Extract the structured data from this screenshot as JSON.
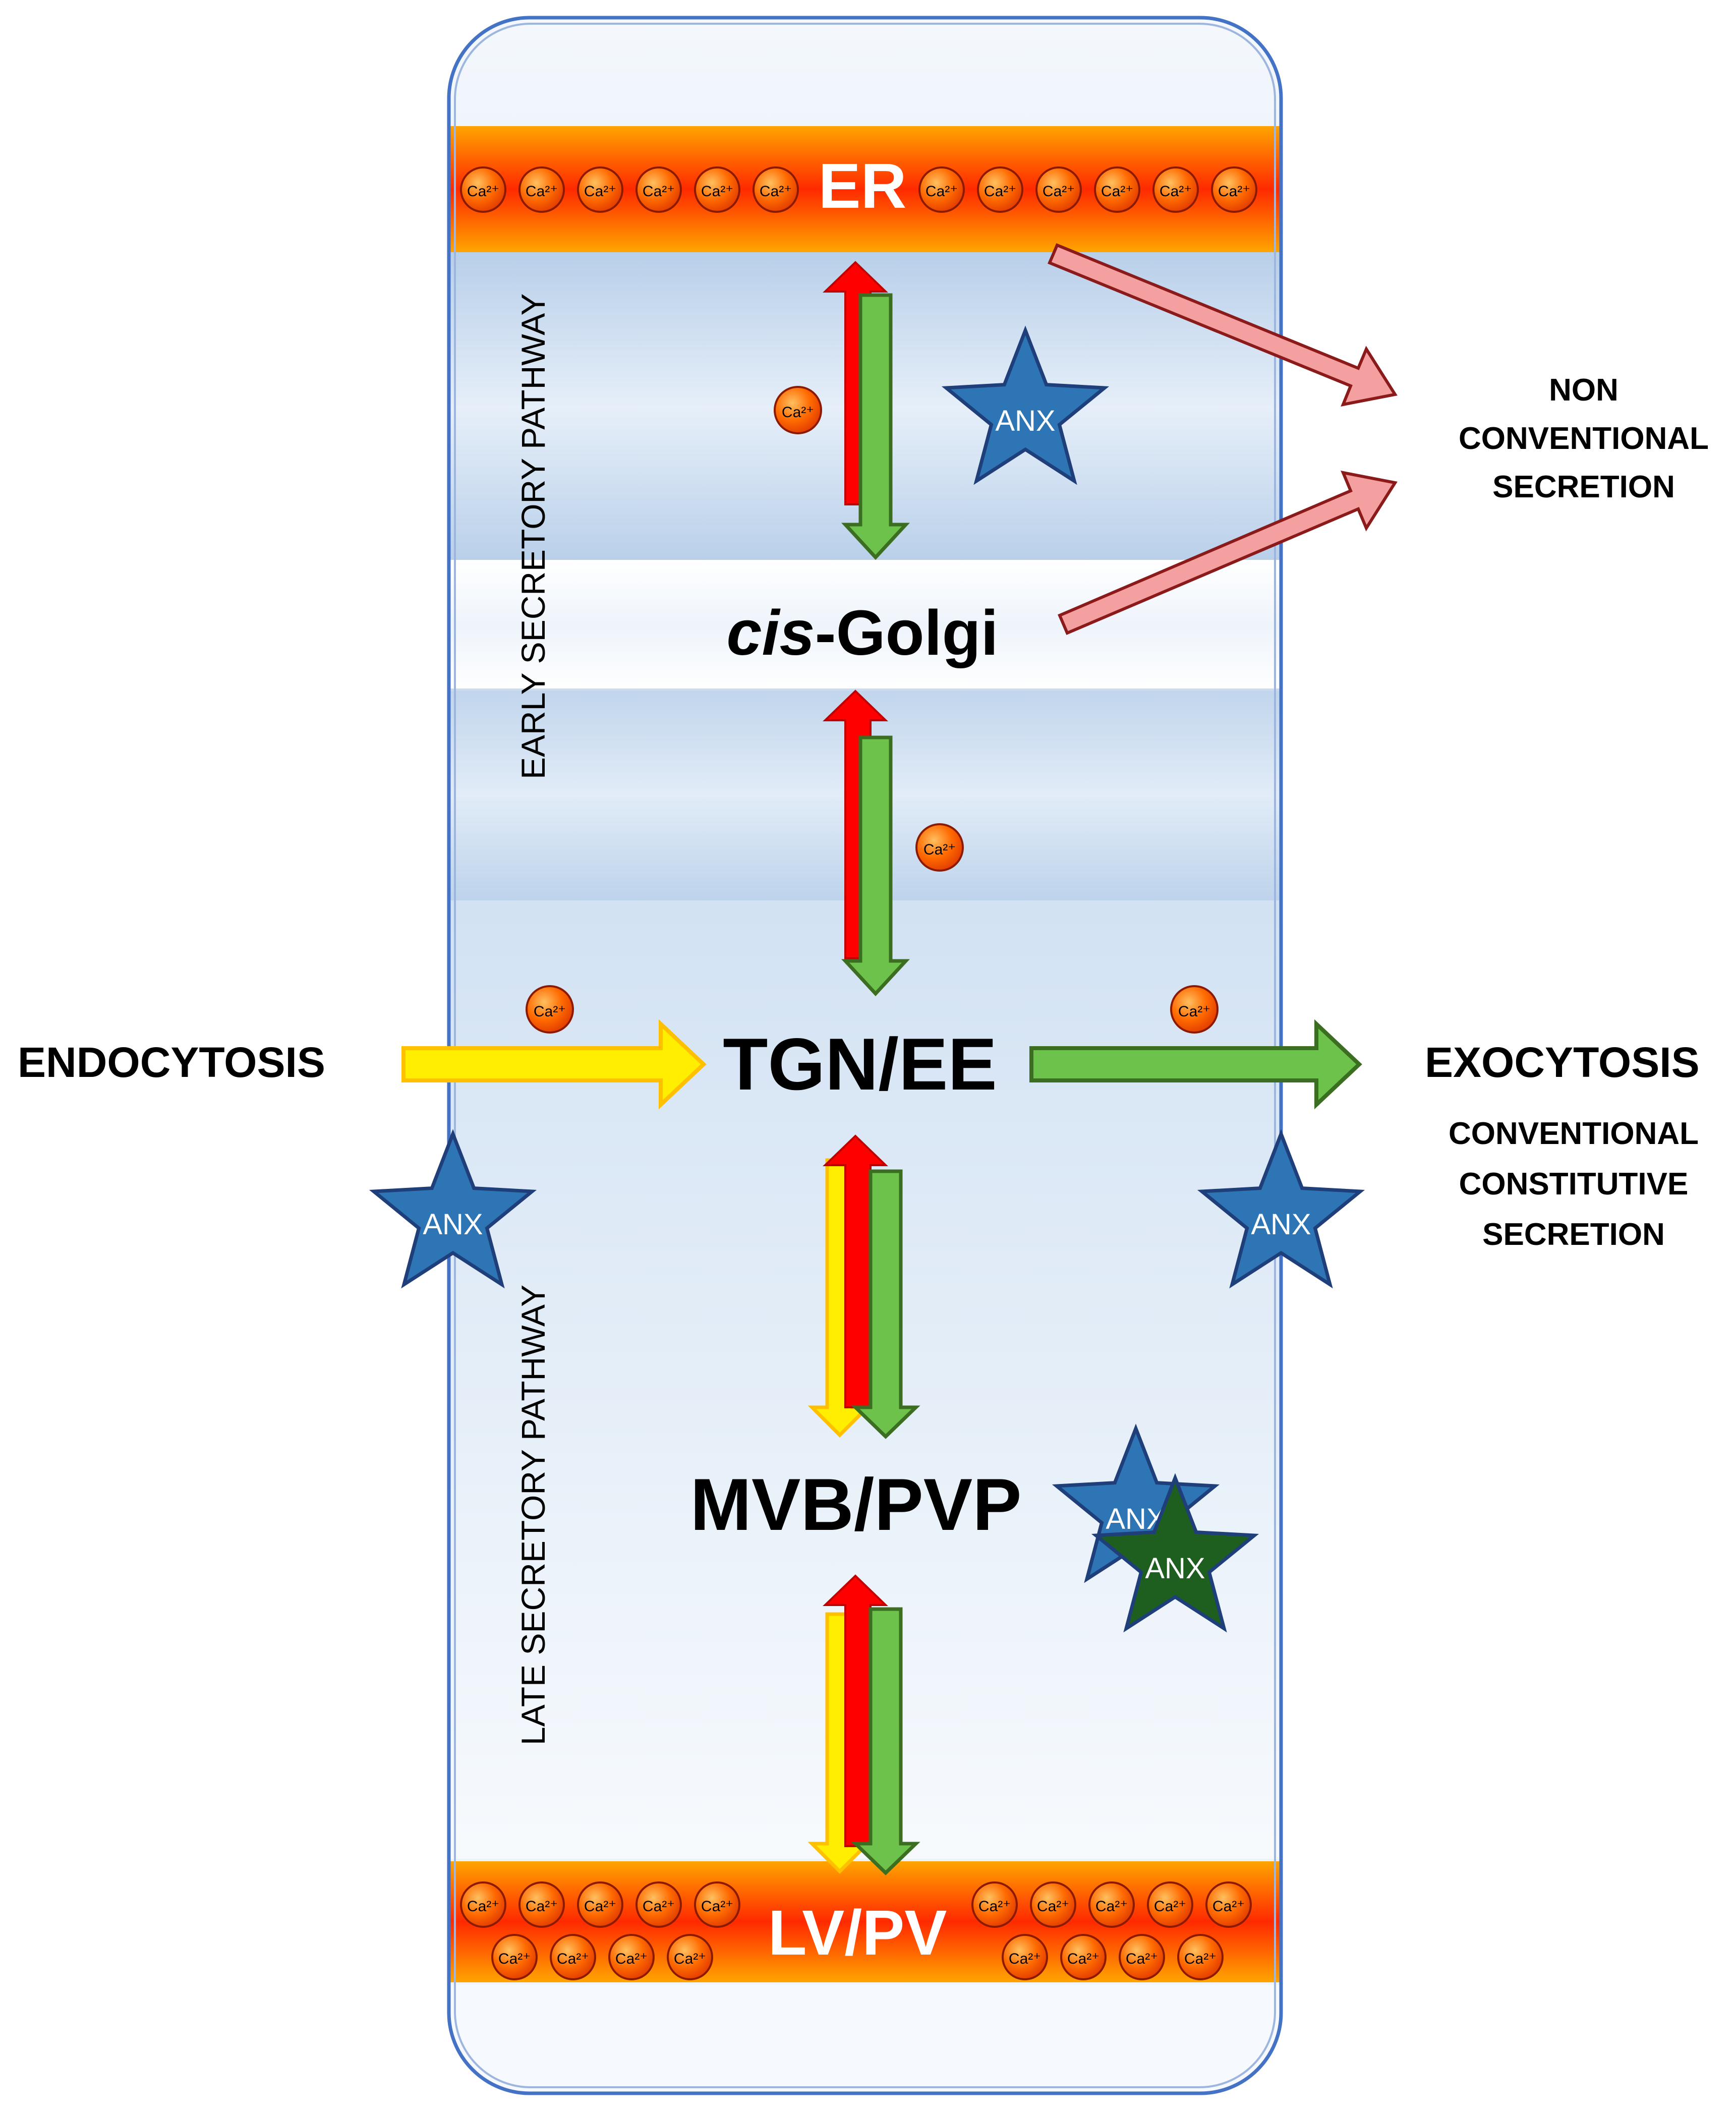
{
  "organelles": {
    "er": "ER",
    "cis_golgi_italic": "cis",
    "cis_golgi_rest": "-Golgi",
    "tgn_ee": "TGN/EE",
    "mvb_pvp": "MVB/PVP",
    "lv_pv": "LV/PV"
  },
  "pathways": {
    "early": "EARLY SECRETORY PATHWAY",
    "late": "LATE SECRETORY PATHWAY"
  },
  "processes": {
    "endocytosis": "ENDOCYTOSIS",
    "exocytosis": "EXOCYTOSIS",
    "non_conventional": [
      "NON",
      "CONVENTIONAL",
      "SECRETION"
    ],
    "constitutive": [
      "CONVENTIONAL",
      "CONSTITUTIVE",
      "SECRETION"
    ]
  },
  "markers": {
    "calcium": "Ca²⁺",
    "annexin": "ANX"
  },
  "colors": {
    "membrane_orange": "#FFA500",
    "membrane_red": "#FF2A00",
    "calcium_fill": "#FF5500",
    "annexin_blue": "#2E75B6",
    "annexin_green": "#1E5E1E",
    "arrow_red": "#FF0000",
    "arrow_green": "#6CC24A",
    "arrow_yellow": "#FFEE00",
    "arrow_pink": "#F4A0A0",
    "cell_border": "#4472C4"
  }
}
